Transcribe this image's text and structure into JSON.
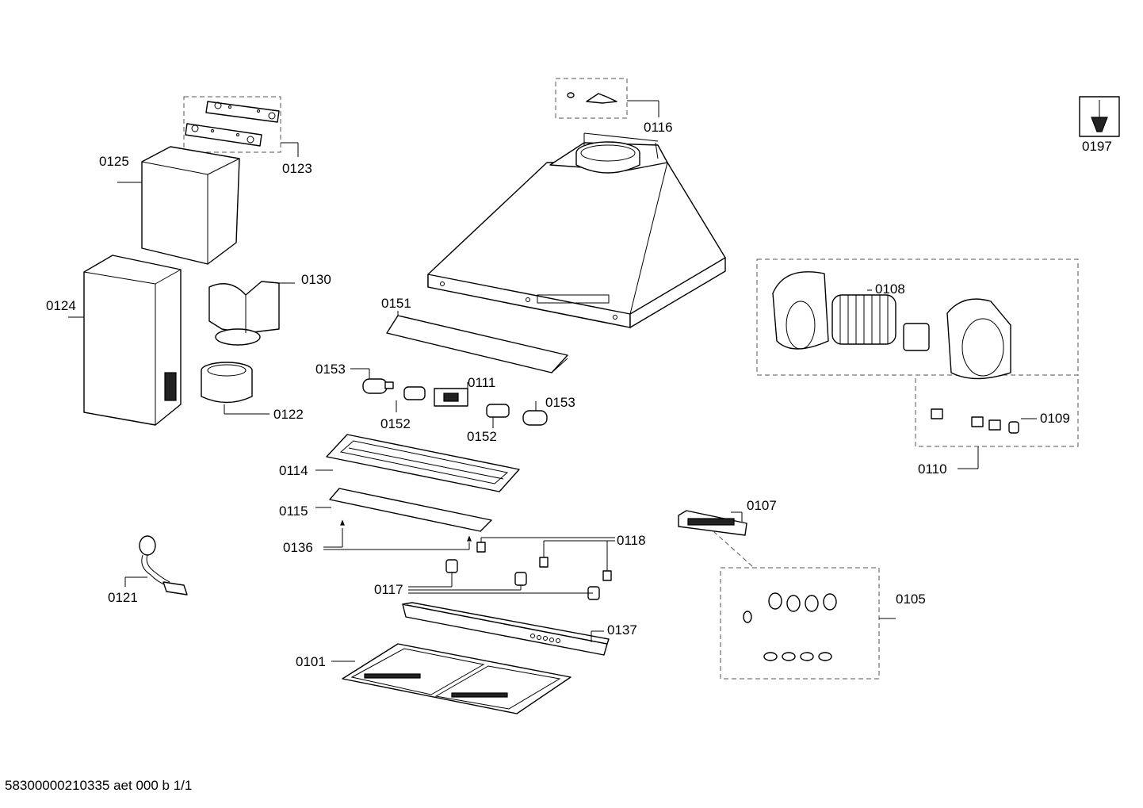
{
  "labels": {
    "p0101": "0101",
    "p0105": "0105",
    "p0107": "0107",
    "p0108": "0108",
    "p0109": "0109",
    "p0110": "0110",
    "p0111": "0111",
    "p0114": "0114",
    "p0115": "0115",
    "p0116": "0116",
    "p0117": "0117",
    "p0118": "0118",
    "p0121": "0121",
    "p0122": "0122",
    "p0123": "0123",
    "p0124": "0124",
    "p0125": "0125",
    "p0130": "0130",
    "p0136": "0136",
    "p0137": "0137",
    "p0151": "0151",
    "p0152a": "0152",
    "p0152b": "0152",
    "p0153a": "0153",
    "p0153b": "0153",
    "p0197": "0197"
  },
  "footer": {
    "code": "58300000210335 aet 000 b 1/1"
  }
}
